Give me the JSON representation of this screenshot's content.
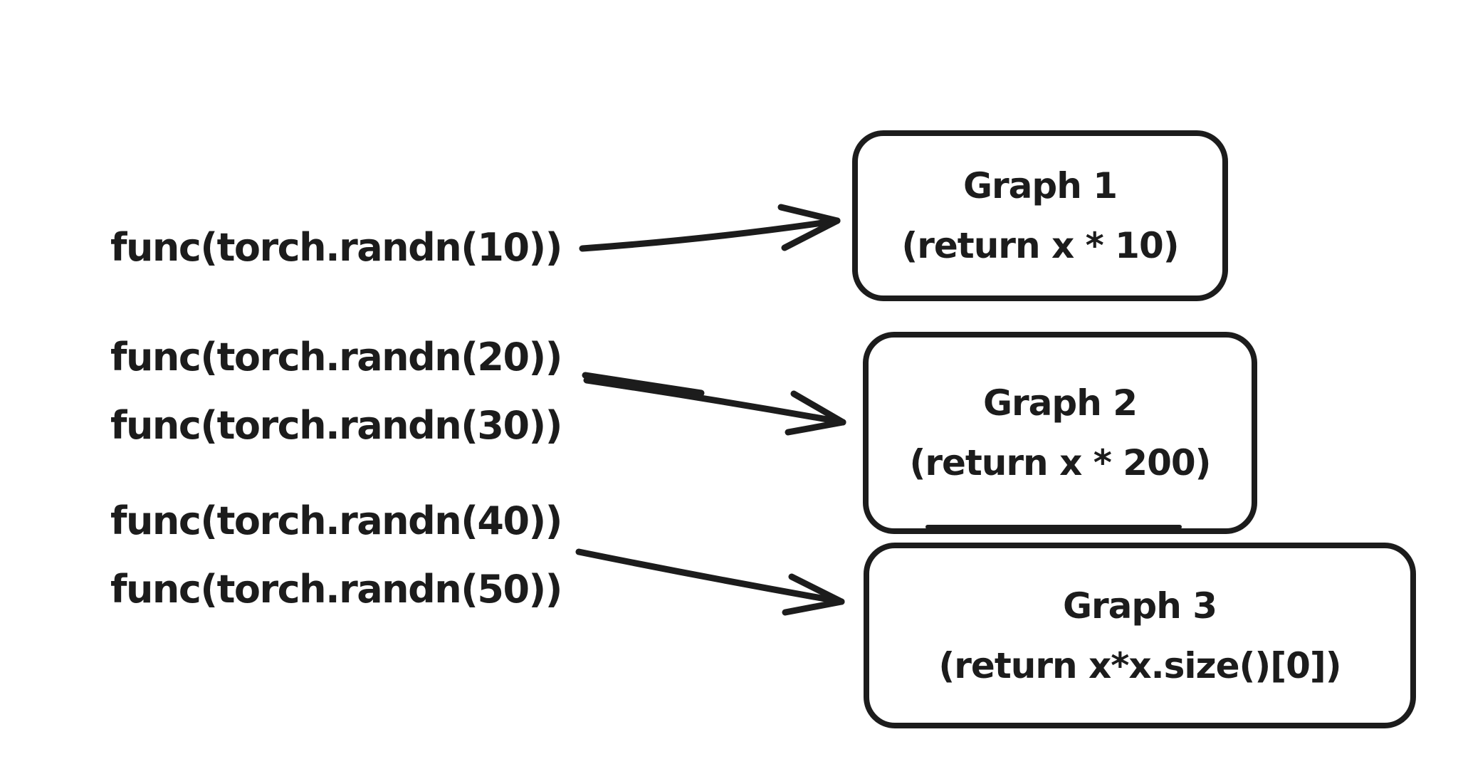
{
  "diagram": {
    "colors": {
      "ink": "#1c1c1c",
      "background": "#ffffff"
    },
    "calls": [
      {
        "lines": [
          "func(torch.randn(10))"
        ]
      },
      {
        "lines": [
          "func(torch.randn(20))",
          "func(torch.randn(30))"
        ]
      },
      {
        "lines": [
          "func(torch.randn(40))",
          "func(torch.randn(50))"
        ]
      }
    ],
    "graphs": [
      {
        "title": "Graph 1",
        "body": "(return x * 10)"
      },
      {
        "title": "Graph 2",
        "body": "(return x * 200)"
      },
      {
        "title": "Graph 3",
        "body": "(return x*x.size()[0])"
      }
    ],
    "arrows": [
      {
        "name": "arrow-calls-1-to-graph-1"
      },
      {
        "name": "arrow-calls-2-3-to-graph-2"
      },
      {
        "name": "arrow-calls-4-5-to-graph-3"
      }
    ]
  }
}
